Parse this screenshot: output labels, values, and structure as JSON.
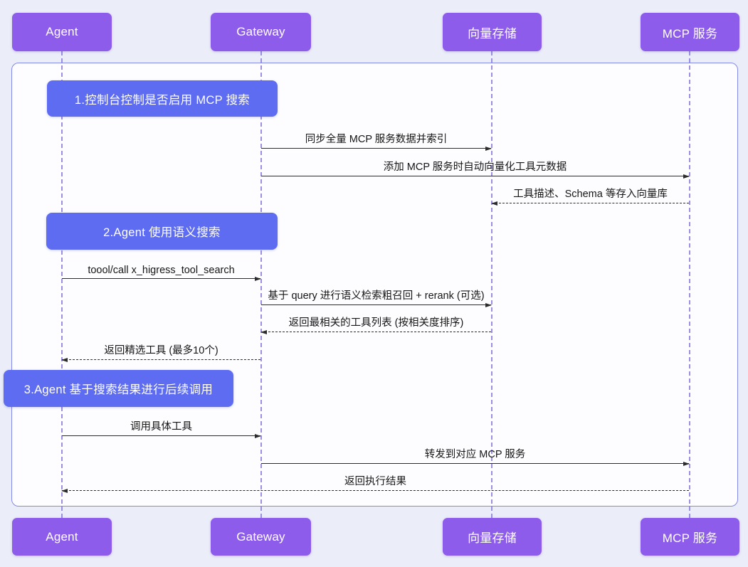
{
  "colors": {
    "page-bg": "#ebedf9",
    "frame-bg": "#fdfdff",
    "frame-border": "#8389e9",
    "actor-bg": "#8d5ceb",
    "actor-text": "#ffffff",
    "note-bg": "#5e6cf2",
    "note-text": "#ffffff",
    "lifeline": "#9c8fe2",
    "arrow": "#2c2c2c",
    "message-text": "#161616"
  },
  "actors": [
    {
      "id": "agent",
      "label": "Agent"
    },
    {
      "id": "gateway",
      "label": "Gateway"
    },
    {
      "id": "vector-store",
      "label": "向量存储"
    },
    {
      "id": "mcp-service",
      "label": "MCP 服务"
    }
  ],
  "notes": [
    {
      "step": 1,
      "label": "1.控制台控制是否启用 MCP 搜索"
    },
    {
      "step": 2,
      "label": "2.Agent 使用语义搜索"
    },
    {
      "step": 3,
      "label": "3.Agent 基于搜索结果进行后续调用"
    }
  ],
  "messages": [
    {
      "from": "gateway",
      "to": "vector-store",
      "type": "solid",
      "label": "同步全量 MCP 服务数据并索引"
    },
    {
      "from": "gateway",
      "to": "mcp-service",
      "type": "solid",
      "label": "添加 MCP 服务时自动向量化工具元数据"
    },
    {
      "from": "mcp-service",
      "to": "vector-store",
      "type": "dashed",
      "label": "工具描述、Schema 等存入向量库"
    },
    {
      "from": "agent",
      "to": "gateway",
      "type": "solid",
      "label": "toool/call x_higress_tool_search"
    },
    {
      "from": "gateway",
      "to": "vector-store",
      "type": "solid",
      "label": "基于 query 进行语义检索粗召回 + rerank (可选)"
    },
    {
      "from": "vector-store",
      "to": "gateway",
      "type": "dashed",
      "label": "返回最相关的工具列表 (按相关度排序)"
    },
    {
      "from": "gateway",
      "to": "agent",
      "type": "dashed",
      "label": "返回精选工具 (最多10个)"
    },
    {
      "from": "agent",
      "to": "gateway",
      "type": "solid",
      "label": "调用具体工具"
    },
    {
      "from": "gateway",
      "to": "mcp-service",
      "type": "solid",
      "label": "转发到对应 MCP 服务"
    },
    {
      "from": "mcp-service",
      "to": "agent",
      "type": "dashed",
      "label": "返回执行结果"
    }
  ]
}
